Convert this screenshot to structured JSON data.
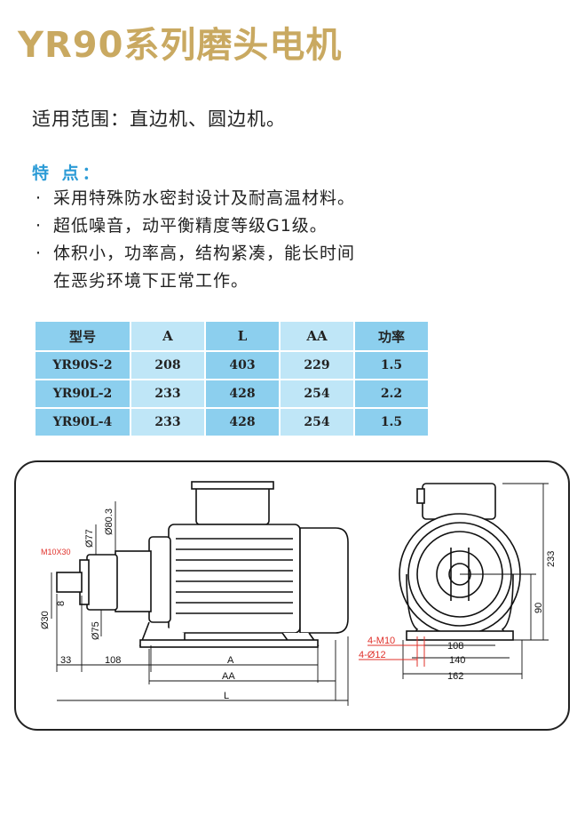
{
  "title": "YR90系列磨头电机",
  "scope": "适用范围：直边机、圆边机。",
  "features_heading": "特  点：",
  "features": [
    "采用特殊防水密封设计及耐高温材料。",
    "超低噪音，动平衡精度等级G1级。",
    "体积小，功率高，结构紧凑，能长时间",
    "在恶劣环境下正常工作。"
  ],
  "bullet": "·",
  "table": {
    "headers": [
      "型号",
      "A",
      "L",
      "AA",
      "功率"
    ],
    "rows": [
      [
        "YR90S-2",
        "208",
        "403",
        "229",
        "1.5"
      ],
      [
        "YR90L-2",
        "233",
        "428",
        "254",
        "2.2"
      ],
      [
        "YR90L-4",
        "233",
        "428",
        "254",
        "1.5"
      ]
    ]
  },
  "drawing": {
    "side_labels": {
      "m10x30": "M10X30",
      "d77": "Ø77",
      "d80_3": "Ø80.3",
      "d30": "Ø30",
      "n8": "8",
      "d75": "Ø75",
      "n33": "33",
      "n108": "108",
      "a": "A",
      "aa": "AA",
      "l": "L"
    },
    "front_labels": {
      "n233": "233",
      "n90": "90",
      "m10": "4-M10",
      "d12": "4-Ø12",
      "n108": "108",
      "n140": "140",
      "n162": "162"
    },
    "colors": {
      "red_dim": "#e0302a",
      "accent": "#c9a961",
      "cell": "#8ccfee",
      "cell_alt": "#bfe6f7"
    }
  }
}
